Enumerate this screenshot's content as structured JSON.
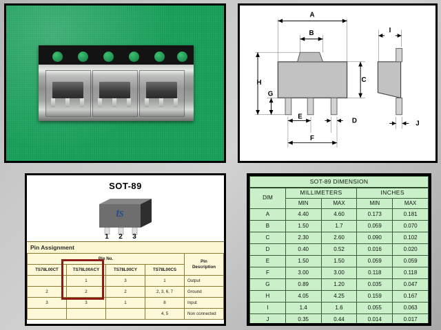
{
  "photo": {
    "alt": "SOT-89 voltage regulators on carrier tape",
    "background_color": "#18a05a",
    "sprocket_count": 6,
    "device_count": 3
  },
  "drawing": {
    "labels": {
      "a": "A",
      "b": "B",
      "c": "C",
      "d": "D",
      "e": "E",
      "f": "F",
      "g": "G",
      "h": "H",
      "i": "I",
      "j": "J"
    }
  },
  "package": {
    "title": "SOT-89",
    "logo_text": "ts",
    "pin_numbers": [
      "1",
      "2",
      "3"
    ],
    "section_label": "Pin Assignment",
    "table": {
      "group_header": "Pin No.",
      "description_header_line1": "Pin",
      "description_header_line2": "Description",
      "columns": [
        "TS78L00CT",
        "TS78L00ACY",
        "TS78L00CY",
        "TS78L00CS"
      ],
      "rows": [
        {
          "ct": "",
          "acy": "1",
          "cy": "3",
          "cs": "1",
          "desc": "Output"
        },
        {
          "ct": "2",
          "acy": "2",
          "cy": "2",
          "cs": "2, 3, 6, 7",
          "desc": "Ground"
        },
        {
          "ct": "3",
          "acy": "3",
          "cy": "1",
          "cs": "8",
          "desc": "Input"
        },
        {
          "ct": "",
          "acy": "",
          "cy": "",
          "cs": "4, 5",
          "desc": "Non connected"
        }
      ],
      "highlight_column": "TS78L00ACY",
      "highlight_color": "#8c1b17"
    }
  },
  "dimensions": {
    "title": "SOT-89 DIMENSION",
    "dim_header": "DIM",
    "unit_groups": [
      "MILLIMETERS",
      "INCHES"
    ],
    "sub_headers": [
      "MIN",
      "MAX",
      "MIN",
      "MAX"
    ],
    "rows": [
      {
        "dim": "A",
        "mm_min": "4.40",
        "mm_max": "4.60",
        "in_min": "0.173",
        "in_max": "0.181"
      },
      {
        "dim": "B",
        "mm_min": "1.50",
        "mm_max": "1.7",
        "in_min": "0.059",
        "in_max": "0.070"
      },
      {
        "dim": "C",
        "mm_min": "2.30",
        "mm_max": "2.60",
        "in_min": "0.090",
        "in_max": "0.102"
      },
      {
        "dim": "D",
        "mm_min": "0.40",
        "mm_max": "0.52",
        "in_min": "0.016",
        "in_max": "0.020"
      },
      {
        "dim": "E",
        "mm_min": "1.50",
        "mm_max": "1.50",
        "in_min": "0.059",
        "in_max": "0.059"
      },
      {
        "dim": "F",
        "mm_min": "3.00",
        "mm_max": "3.00",
        "in_min": "0.118",
        "in_max": "0.118"
      },
      {
        "dim": "G",
        "mm_min": "0.89",
        "mm_max": "1.20",
        "in_min": "0.035",
        "in_max": "0.047"
      },
      {
        "dim": "H",
        "mm_min": "4.05",
        "mm_max": "4.25",
        "in_min": "0.159",
        "in_max": "0.167"
      },
      {
        "dim": "I",
        "mm_min": "1.4",
        "mm_max": "1.6",
        "in_min": "0.055",
        "in_max": "0.063"
      },
      {
        "dim": "J",
        "mm_min": "0.35",
        "mm_max": "0.44",
        "in_min": "0.014",
        "in_max": "0.017"
      },
      {
        "dim": "",
        "mm_min": "",
        "mm_max": "",
        "in_min": "",
        "in_max": ""
      }
    ]
  }
}
